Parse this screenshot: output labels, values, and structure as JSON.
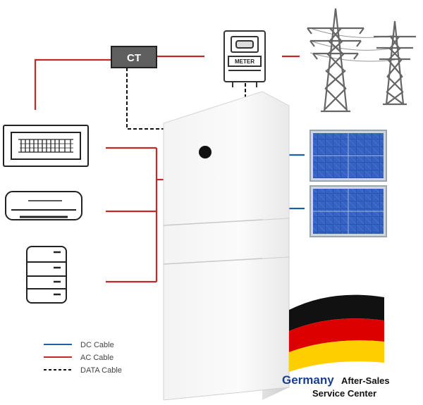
{
  "diagram": {
    "ct_label": "CT",
    "meter_label": "METER",
    "legend": [
      {
        "label": "DC Cable",
        "color": "#1f5fa8",
        "style": "solid"
      },
      {
        "label": "AC Cable",
        "color": "#c62828",
        "style": "solid"
      },
      {
        "label": "DATA Cable",
        "color": "#111111",
        "style": "dashed"
      }
    ],
    "brand": {
      "country": "Germany",
      "line1": "After-Sales",
      "line2": "Service Center"
    },
    "colors": {
      "ac_cable": "#c62828",
      "dc_cable": "#1f5fa8",
      "data_cable": "#111111",
      "ct_box": "#5f5f5f",
      "solar_panel": "#2a52b0",
      "flag_black": "#111111",
      "flag_red": "#dd0000",
      "flag_gold": "#ffce00",
      "brand_blue": "#1a3e93"
    },
    "icons": [
      "ct-sensor-icon",
      "electric-meter-icon",
      "power-tower-icon",
      "solar-panel-icon",
      "distribution-panel-icon",
      "air-conditioner-icon",
      "refrigerator-icon",
      "battery-storage-icon",
      "germany-flag-icon"
    ]
  }
}
